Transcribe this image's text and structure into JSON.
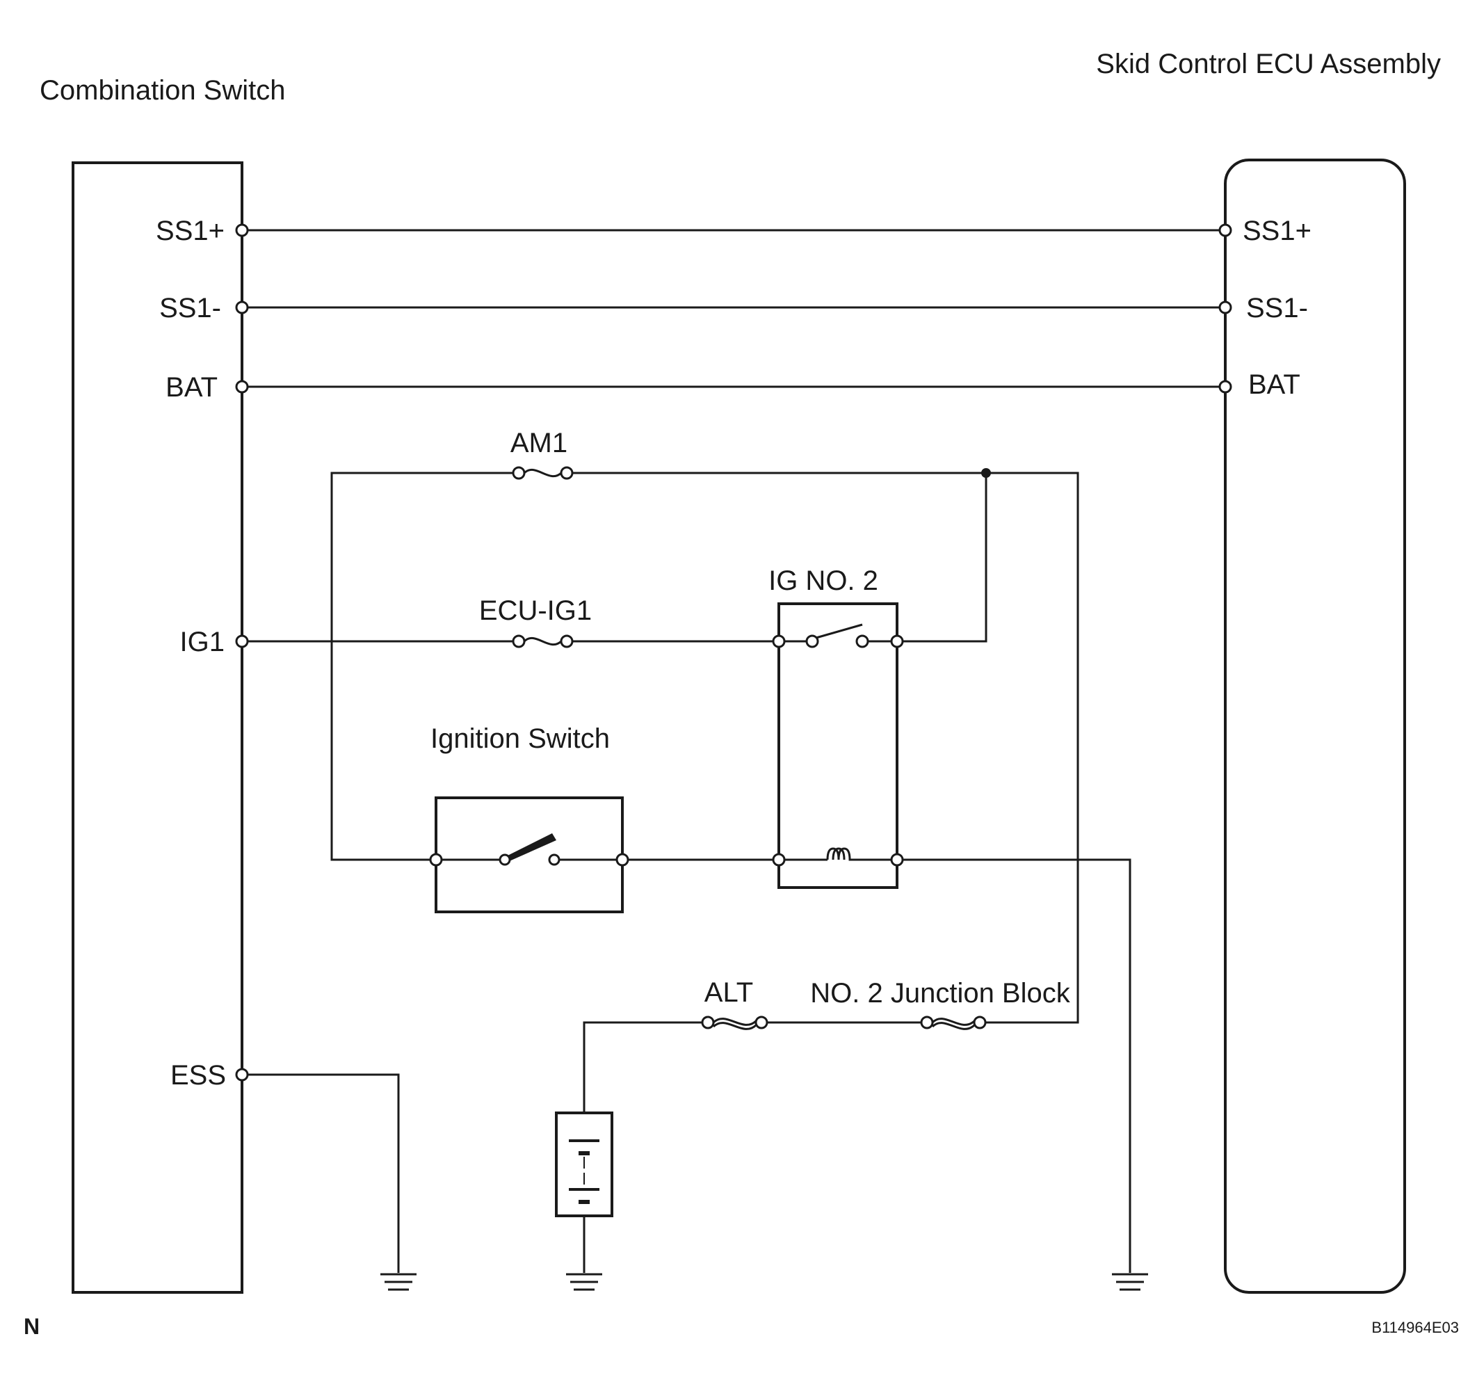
{
  "title_left": "Combination Switch",
  "title_right": "Skid Control ECU Assembly",
  "terminals_left": {
    "ss1p": "SS1+",
    "ss1m": "SS1-",
    "bat": "BAT",
    "ig1": "IG1",
    "ess": "ESS"
  },
  "terminals_right": {
    "ss1p": "SS1+",
    "ss1m": "SS1-",
    "bat": "BAT"
  },
  "fuses": {
    "am1": "AM1",
    "ecu_ig1": "ECU-IG1",
    "alt": "ALT"
  },
  "components": {
    "relay": "IG NO. 2",
    "ignition_switch": "Ignition Switch",
    "junction_block": "NO. 2 Junction Block"
  },
  "footer": {
    "corner_mark": "N",
    "ref_code": "B114964E03"
  }
}
